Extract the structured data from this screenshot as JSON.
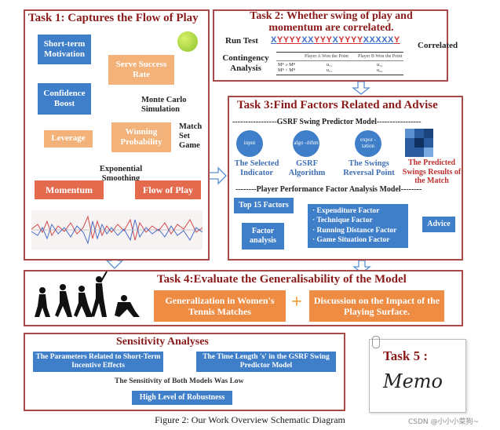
{
  "task1": {
    "title": "Task 1: Captures the Flow of Play",
    "short_term": "Short-term Motivation",
    "confidence": "Confidence Boost",
    "serve_rate": "Serve Success Rate",
    "monte_carlo": "Monte Carlo Simulation",
    "winning": "Winning Probability",
    "match_set_game": "Match Set Game",
    "leverage": "Leverage",
    "exp_smoothing": "Exponential Smoothing",
    "momentum": "Momentum",
    "flow": "Flow of Play"
  },
  "task2": {
    "title": "Task 2: Whether swing of play and momentum are correlated.",
    "run_test": "Run Test",
    "sequence": [
      "X",
      "Y",
      "Y",
      "Y",
      "Y",
      "X",
      "X",
      "Y",
      "Y",
      "Y",
      "X",
      "Y",
      "Y",
      "Y",
      "Y",
      "X",
      "X",
      "X",
      "X",
      "X",
      "Y"
    ],
    "contingency": "Contingency Analysis",
    "correlated": "Correlated",
    "table_headers": [
      "Player A Won the Point",
      "Player B Won the Point"
    ],
    "table_rows": [
      {
        "label": "Mᴬ ≥ Mᴮ",
        "a": "u₁₁",
        "b": "u₁₂"
      },
      {
        "label": "Mᴬ < Mᴮ",
        "a": "u₂₁",
        "b": "u₂₂"
      }
    ]
  },
  "task3": {
    "title": "Task 3:Find Factors Related and Advise",
    "gsrf_model": "-----------------GSRF Swing Predictor Model-----------------",
    "node_input": "input",
    "node_algo": "algo -rithm",
    "node_export": "expor -tation",
    "selected_indicator": "The Selected Indicator",
    "gsrf_algorithm": "GSRF Algorithm",
    "reversal_point": "The Swings Reversal Point",
    "predicted": "The Predicted Swings Results of the Match",
    "perf_model": "--------Player Performance Factor Analysis Model--------",
    "top15": "Top 15 Factors",
    "factor_analysis": "Factor analysis",
    "factors": [
      "· Expenditure Factor",
      "· Technique Factor",
      "· Running Distance Factor",
      "· Game Situation Factor"
    ],
    "advice": "Advice"
  },
  "task4": {
    "title": "Task 4:Evaluate the Generalisability of the Model",
    "generalization": "Generalization in Women's Tennis Matches",
    "plus": "+",
    "discussion": "Discussion on the Impact of the Playing Surface."
  },
  "sensitivity": {
    "title": "Sensitivity Analyses",
    "param1": "The Parameters Related to Short-Term Incentive Effects",
    "param2": "The Time Length 's' in the GSRF Swing Predictor Model",
    "result": "The Sensitivity of Both Models Was Low",
    "robustness": "High Level of Robustness"
  },
  "task5": {
    "title": "Task 5 :",
    "memo": "Memo"
  },
  "caption": "Figure 2:  Our Work Overview Schematic Diagram",
  "watermark": "CSDN @小小小菜狗~"
}
